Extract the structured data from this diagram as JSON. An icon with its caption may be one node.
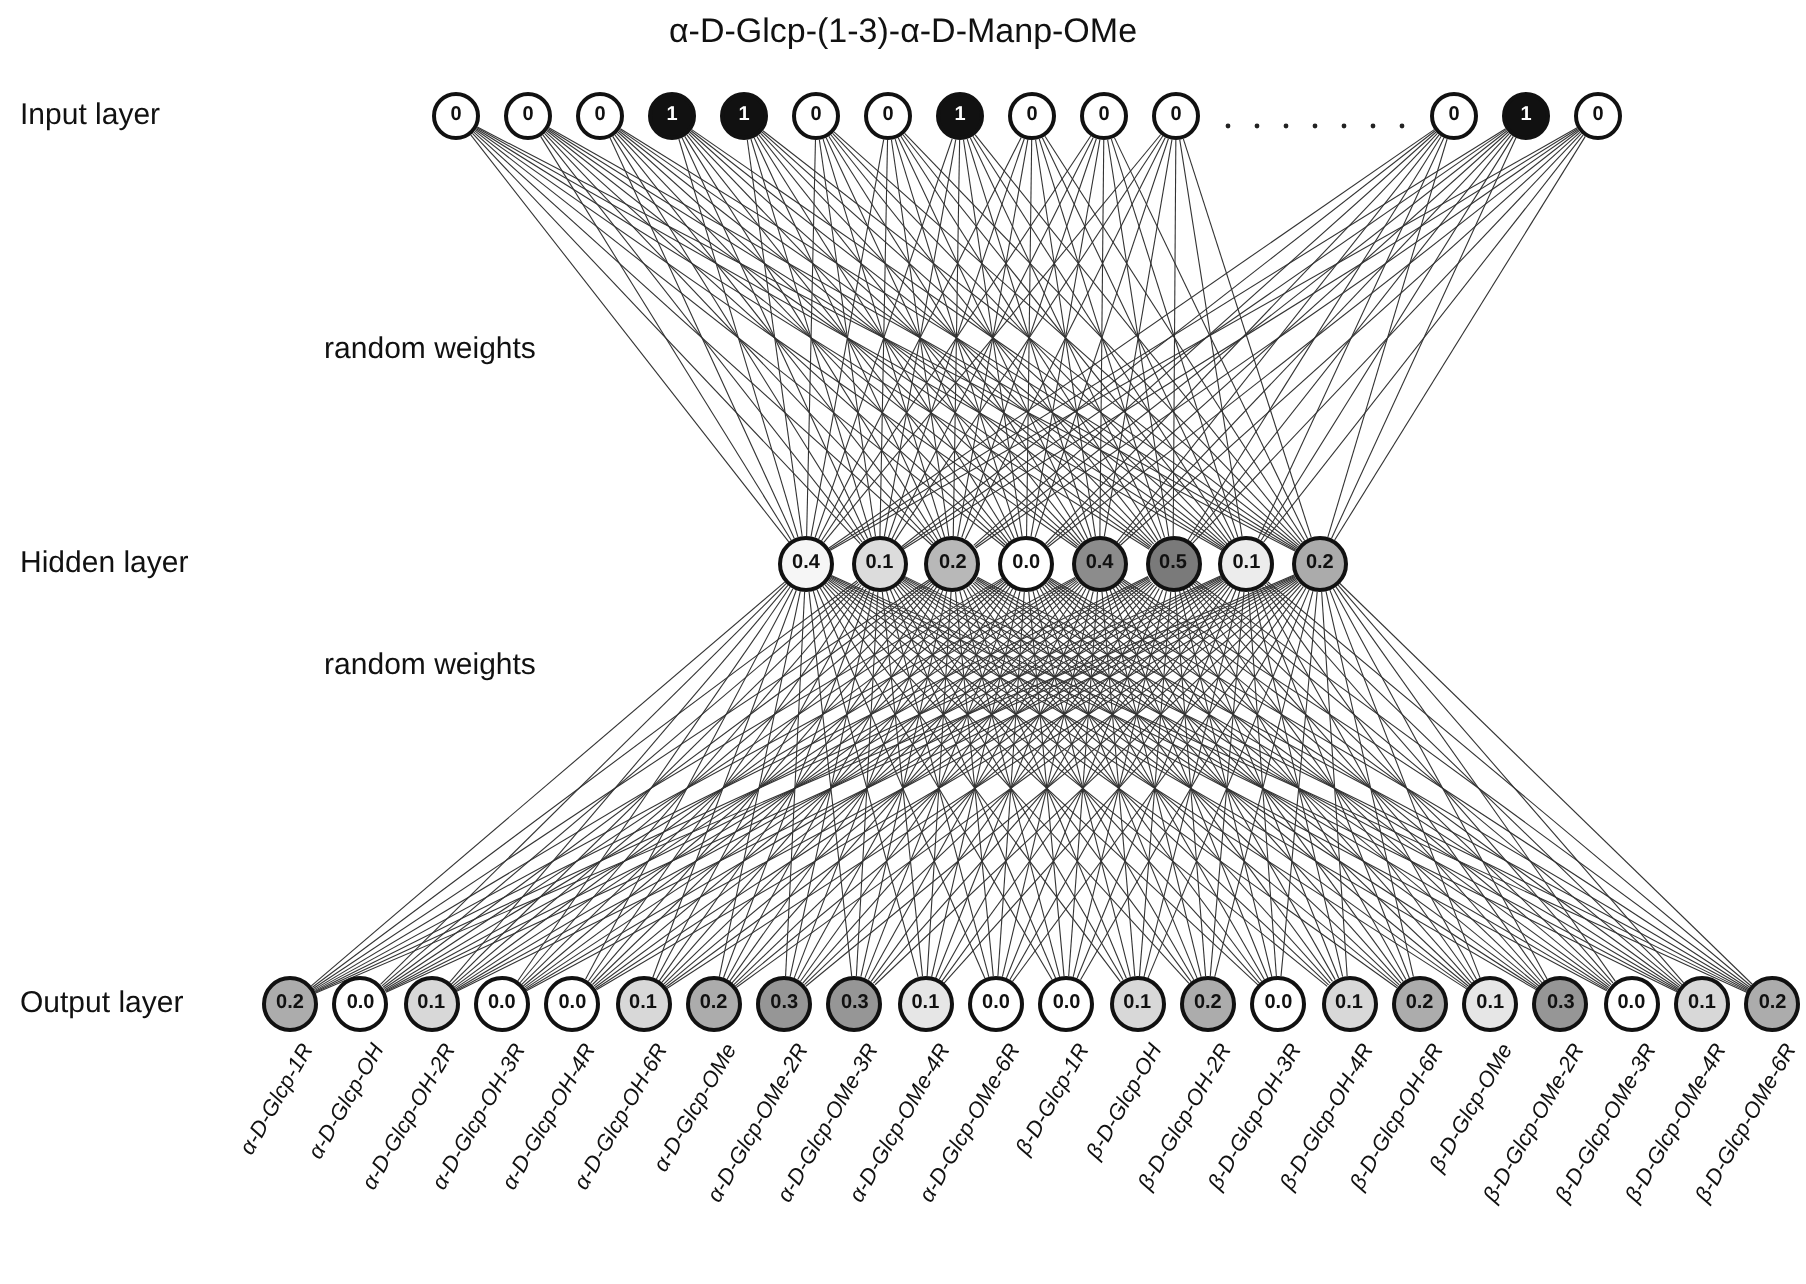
{
  "diagram": {
    "title": "α-D-Glcp-(1-3)-α-D-Manp-OMe",
    "nodes": [
      {
        "text": [
          "0"
        ]
      },
      {
        "text": [
          "0"
        ]
      },
      {
        "text": [
          "0"
        ]
      },
      {
        "text": [
          "1"
        ]
      },
      {
        "text": [
          "1"
        ]
      },
      {
        "text": [
          "0"
        ]
      },
      {
        "text": [
          "0"
        ]
      },
      {
        "text": [
          "1"
        ]
      },
      {
        "text": [
          "0"
        ]
      },
      {
        "text": [
          "0"
        ]
      },
      {
        "text": [
          "0"
        ]
      },
      {
        "text": [
          "0"
        ]
      },
      {
        "text": [
          "1"
        ]
      },
      {
        "text": [
          "0"
        ]
      },
      {
        "text": [
          "0.4"
        ]
      },
      {
        "text": [
          "0.1"
        ]
      },
      {
        "text": [
          "0.2"
        ]
      },
      {
        "text": [
          "0.0"
        ]
      },
      {
        "text": [
          "0.4"
        ]
      },
      {
        "text": [
          "0.5"
        ]
      },
      {
        "text": [
          "0.1"
        ]
      },
      {
        "text": [
          "0.2"
        ]
      },
      {
        "text": [
          "0.2"
        ],
        "beside": [
          "α-D-Glcp-1R"
        ]
      },
      {
        "text": [
          "0.0"
        ],
        "beside": [
          "α-D-Glcp-OH"
        ]
      },
      {
        "text": [
          "0.1"
        ],
        "beside": [
          "α-D-Glcp-OH-2R"
        ]
      },
      {
        "text": [
          "0.0"
        ],
        "beside": [
          "α-D-Glcp-OH-3R"
        ]
      },
      {
        "text": [
          "0.0"
        ],
        "beside": [
          "α-D-Glcp-OH-4R"
        ]
      },
      {
        "text": [
          "0.1"
        ],
        "beside": [
          "α-D-Glcp-OH-6R"
        ]
      },
      {
        "text": [
          "0.2"
        ],
        "beside": [
          "α-D-Glcp-OMe"
        ]
      },
      {
        "text": [
          "0.3"
        ],
        "beside": [
          "α-D-Glcp-OMe-2R"
        ]
      },
      {
        "text": [
          "0.3"
        ],
        "beside": [
          "α-D-Glcp-OMe-3R"
        ]
      },
      {
        "text": [
          "0.1"
        ],
        "beside": [
          "α-D-Glcp-OMe-4R"
        ]
      },
      {
        "text": [
          "0.0"
        ],
        "beside": [
          "α-D-Glcp-OMe-6R"
        ]
      },
      {
        "text": [
          "0.0"
        ],
        "beside": [
          "β-D-Glcp-1R"
        ]
      },
      {
        "text": [
          "0.1"
        ],
        "beside": [
          "β-D-Glcp-OH"
        ]
      },
      {
        "text": [
          "0.2"
        ],
        "beside": [
          "β-D-Glcp-OH-2R"
        ]
      },
      {
        "text": [
          "0.0"
        ],
        "beside": [
          "β-D-Glcp-OH-3R"
        ]
      },
      {
        "text": [
          "0.1"
        ],
        "beside": [
          "β-D-Glcp-OH-4R"
        ]
      },
      {
        "text": [
          "0.2"
        ],
        "beside": [
          "β-D-Glcp-OH-6R"
        ]
      },
      {
        "text": [
          "0.1"
        ],
        "beside": [
          "β-D-Glcp-OMe"
        ]
      },
      {
        "text": [
          "0.3"
        ],
        "beside": [
          "β-D-Glcp-OMe-2R"
        ]
      },
      {
        "text": [
          "0.0"
        ],
        "beside": [
          "β-D-Glcp-OMe-3R"
        ]
      },
      {
        "text": [
          "0.1"
        ],
        "beside": [
          "β-D-Glcp-OMe-4R"
        ]
      },
      {
        "text": [
          "0.2"
        ],
        "beside": [
          "β-D-Glcp-OMe-6R"
        ]
      }
    ],
    "edges": [
      {
        "from": 0,
        "to": 14,
        "arrow": "none"
      },
      {
        "from": 0,
        "to": 15,
        "arrow": "none"
      },
      {
        "from": 0,
        "to": 16,
        "arrow": "none"
      },
      {
        "from": 0,
        "to": 17,
        "arrow": "none"
      },
      {
        "from": 0,
        "to": 18,
        "arrow": "none"
      },
      {
        "from": 0,
        "to": 19,
        "arrow": "none"
      },
      {
        "from": 0,
        "to": 20,
        "arrow": "none"
      },
      {
        "from": 0,
        "to": 21,
        "arrow": "none"
      },
      {
        "from": 1,
        "to": 14,
        "arrow": "none"
      },
      {
        "from": 1,
        "to": 15,
        "arrow": "none"
      },
      {
        "from": 1,
        "to": 16,
        "arrow": "none"
      },
      {
        "from": 1,
        "to": 17,
        "arrow": "none"
      },
      {
        "from": 1,
        "to": 18,
        "arrow": "none"
      },
      {
        "from": 1,
        "to": 19,
        "arrow": "none"
      },
      {
        "from": 1,
        "to": 20,
        "arrow": "none"
      },
      {
        "from": 1,
        "to": 21,
        "arrow": "none"
      },
      {
        "from": 2,
        "to": 14,
        "arrow": "none"
      },
      {
        "from": 2,
        "to": 15,
        "arrow": "none"
      },
      {
        "from": 2,
        "to": 16,
        "arrow": "none"
      },
      {
        "from": 2,
        "to": 17,
        "arrow": "none"
      },
      {
        "from": 2,
        "to": 18,
        "arrow": "none"
      },
      {
        "from": 2,
        "to": 19,
        "arrow": "none"
      },
      {
        "from": 2,
        "to": 20,
        "arrow": "none"
      },
      {
        "from": 2,
        "to": 21,
        "arrow": "none"
      },
      {
        "from": 3,
        "to": 14,
        "arrow": "none"
      },
      {
        "from": 3,
        "to": 15,
        "arrow": "none"
      },
      {
        "from": 3,
        "to": 16,
        "arrow": "none"
      },
      {
        "from": 3,
        "to": 17,
        "arrow": "none"
      },
      {
        "from": 3,
        "to": 18,
        "arrow": "none"
      },
      {
        "from": 3,
        "to": 19,
        "arrow": "none"
      },
      {
        "from": 3,
        "to": 20,
        "arrow": "none"
      },
      {
        "from": 3,
        "to": 21,
        "arrow": "none"
      },
      {
        "from": 4,
        "to": 14,
        "arrow": "none"
      },
      {
        "from": 4,
        "to": 15,
        "arrow": "none"
      },
      {
        "from": 4,
        "to": 16,
        "arrow": "none"
      },
      {
        "from": 4,
        "to": 17,
        "arrow": "none"
      },
      {
        "from": 4,
        "to": 18,
        "arrow": "none"
      },
      {
        "from": 4,
        "to": 19,
        "arrow": "none"
      },
      {
        "from": 4,
        "to": 20,
        "arrow": "none"
      },
      {
        "from": 4,
        "to": 21,
        "arrow": "none"
      },
      {
        "from": 5,
        "to": 14,
        "arrow": "none"
      },
      {
        "from": 5,
        "to": 15,
        "arrow": "none"
      },
      {
        "from": 5,
        "to": 16,
        "arrow": "none"
      },
      {
        "from": 5,
        "to": 17,
        "arrow": "none"
      },
      {
        "from": 5,
        "to": 18,
        "arrow": "none"
      },
      {
        "from": 5,
        "to": 19,
        "arrow": "none"
      },
      {
        "from": 5,
        "to": 20,
        "arrow": "none"
      },
      {
        "from": 5,
        "to": 21,
        "arrow": "none"
      },
      {
        "from": 6,
        "to": 14,
        "arrow": "none"
      },
      {
        "from": 6,
        "to": 15,
        "arrow": "none"
      },
      {
        "from": 6,
        "to": 16,
        "arrow": "none"
      },
      {
        "from": 6,
        "to": 17,
        "arrow": "none"
      },
      {
        "from": 6,
        "to": 18,
        "arrow": "none"
      },
      {
        "from": 6,
        "to": 19,
        "arrow": "none"
      },
      {
        "from": 6,
        "to": 20,
        "arrow": "none"
      },
      {
        "from": 6,
        "to": 21,
        "arrow": "none"
      },
      {
        "from": 7,
        "to": 14,
        "arrow": "none"
      },
      {
        "from": 7,
        "to": 15,
        "arrow": "none"
      },
      {
        "from": 7,
        "to": 16,
        "arrow": "none"
      },
      {
        "from": 7,
        "to": 17,
        "arrow": "none"
      },
      {
        "from": 7,
        "to": 18,
        "arrow": "none"
      },
      {
        "from": 7,
        "to": 19,
        "arrow": "none"
      },
      {
        "from": 7,
        "to": 20,
        "arrow": "none"
      },
      {
        "from": 7,
        "to": 21,
        "arrow": "none"
      },
      {
        "from": 8,
        "to": 14,
        "arrow": "none"
      },
      {
        "from": 8,
        "to": 15,
        "arrow": "none"
      },
      {
        "from": 8,
        "to": 16,
        "arrow": "none"
      },
      {
        "from": 8,
        "to": 17,
        "arrow": "none"
      },
      {
        "from": 8,
        "to": 18,
        "arrow": "none"
      },
      {
        "from": 8,
        "to": 19,
        "arrow": "none"
      },
      {
        "from": 8,
        "to": 20,
        "arrow": "none"
      },
      {
        "from": 8,
        "to": 21,
        "arrow": "none"
      },
      {
        "from": 9,
        "to": 14,
        "arrow": "none"
      },
      {
        "from": 9,
        "to": 15,
        "arrow": "none"
      },
      {
        "from": 9,
        "to": 16,
        "arrow": "none"
      },
      {
        "from": 9,
        "to": 17,
        "arrow": "none"
      },
      {
        "from": 9,
        "to": 18,
        "arrow": "none"
      },
      {
        "from": 9,
        "to": 19,
        "arrow": "none"
      },
      {
        "from": 9,
        "to": 20,
        "arrow": "none"
      },
      {
        "from": 9,
        "to": 21,
        "arrow": "none"
      },
      {
        "from": 10,
        "to": 14,
        "arrow": "none"
      },
      {
        "from": 10,
        "to": 15,
        "arrow": "none"
      },
      {
        "from": 10,
        "to": 16,
        "arrow": "none"
      },
      {
        "from": 10,
        "to": 17,
        "arrow": "none"
      },
      {
        "from": 10,
        "to": 18,
        "arrow": "none"
      },
      {
        "from": 10,
        "to": 19,
        "arrow": "none"
      },
      {
        "from": 10,
        "to": 20,
        "arrow": "none"
      },
      {
        "from": 10,
        "to": 21,
        "arrow": "none"
      },
      {
        "from": 11,
        "to": 14,
        "arrow": "none"
      },
      {
        "from": 11,
        "to": 15,
        "arrow": "none"
      },
      {
        "from": 11,
        "to": 16,
        "arrow": "none"
      },
      {
        "from": 11,
        "to": 17,
        "arrow": "none"
      },
      {
        "from": 11,
        "to": 18,
        "arrow": "none"
      },
      {
        "from": 11,
        "to": 19,
        "arrow": "none"
      },
      {
        "from": 11,
        "to": 20,
        "arrow": "none"
      },
      {
        "from": 11,
        "to": 21,
        "arrow": "none"
      },
      {
        "from": 12,
        "to": 14,
        "arrow": "none"
      },
      {
        "from": 12,
        "to": 15,
        "arrow": "none"
      },
      {
        "from": 12,
        "to": 16,
        "arrow": "none"
      },
      {
        "from": 12,
        "to": 17,
        "arrow": "none"
      },
      {
        "from": 12,
        "to": 18,
        "arrow": "none"
      },
      {
        "from": 12,
        "to": 19,
        "arrow": "none"
      },
      {
        "from": 12,
        "to": 20,
        "arrow": "none"
      },
      {
        "from": 12,
        "to": 21,
        "arrow": "none"
      },
      {
        "from": 13,
        "to": 14,
        "arrow": "none"
      },
      {
        "from": 13,
        "to": 15,
        "arrow": "none"
      },
      {
        "from": 13,
        "to": 16,
        "arrow": "none"
      },
      {
        "from": 13,
        "to": 17,
        "arrow": "none"
      },
      {
        "from": 13,
        "to": 18,
        "arrow": "none"
      },
      {
        "from": 13,
        "to": 19,
        "arrow": "none"
      },
      {
        "from": 13,
        "to": 20,
        "arrow": "none"
      },
      {
        "from": 13,
        "to": 21,
        "arrow": "none"
      },
      {
        "from": 14,
        "to": 22,
        "arrow": "none"
      },
      {
        "from": 14,
        "to": 23,
        "arrow": "none"
      },
      {
        "from": 14,
        "to": 24,
        "arrow": "none"
      },
      {
        "from": 14,
        "to": 25,
        "arrow": "none"
      },
      {
        "from": 14,
        "to": 26,
        "arrow": "none"
      },
      {
        "from": 14,
        "to": 27,
        "arrow": "none"
      },
      {
        "from": 14,
        "to": 28,
        "arrow": "none"
      },
      {
        "from": 14,
        "to": 29,
        "arrow": "none"
      },
      {
        "from": 14,
        "to": 30,
        "arrow": "none"
      },
      {
        "from": 14,
        "to": 31,
        "arrow": "none"
      },
      {
        "from": 14,
        "to": 32,
        "arrow": "none"
      },
      {
        "from": 14,
        "to": 33,
        "arrow": "none"
      },
      {
        "from": 14,
        "to": 34,
        "arrow": "none"
      },
      {
        "from": 14,
        "to": 35,
        "arrow": "none"
      },
      {
        "from": 14,
        "to": 36,
        "arrow": "none"
      },
      {
        "from": 14,
        "to": 37,
        "arrow": "none"
      },
      {
        "from": 14,
        "to": 38,
        "arrow": "none"
      },
      {
        "from": 14,
        "to": 39,
        "arrow": "none"
      },
      {
        "from": 14,
        "to": 40,
        "arrow": "none"
      },
      {
        "from": 14,
        "to": 41,
        "arrow": "none"
      },
      {
        "from": 14,
        "to": 42,
        "arrow": "none"
      },
      {
        "from": 14,
        "to": 43,
        "arrow": "none"
      },
      {
        "from": 15,
        "to": 22,
        "arrow": "none"
      },
      {
        "from": 15,
        "to": 23,
        "arrow": "none"
      },
      {
        "from": 15,
        "to": 24,
        "arrow": "none"
      },
      {
        "from": 15,
        "to": 25,
        "arrow": "none"
      },
      {
        "from": 15,
        "to": 26,
        "arrow": "none"
      },
      {
        "from": 15,
        "to": 27,
        "arrow": "none"
      },
      {
        "from": 15,
        "to": 28,
        "arrow": "none"
      },
      {
        "from": 15,
        "to": 29,
        "arrow": "none"
      },
      {
        "from": 15,
        "to": 30,
        "arrow": "none"
      },
      {
        "from": 15,
        "to": 31,
        "arrow": "none"
      },
      {
        "from": 15,
        "to": 32,
        "arrow": "none"
      },
      {
        "from": 15,
        "to": 33,
        "arrow": "none"
      },
      {
        "from": 15,
        "to": 34,
        "arrow": "none"
      },
      {
        "from": 15,
        "to": 35,
        "arrow": "none"
      },
      {
        "from": 15,
        "to": 36,
        "arrow": "none"
      },
      {
        "from": 15,
        "to": 37,
        "arrow": "none"
      },
      {
        "from": 15,
        "to": 38,
        "arrow": "none"
      },
      {
        "from": 15,
        "to": 39,
        "arrow": "none"
      },
      {
        "from": 15,
        "to": 40,
        "arrow": "none"
      },
      {
        "from": 15,
        "to": 41,
        "arrow": "none"
      },
      {
        "from": 15,
        "to": 42,
        "arrow": "none"
      },
      {
        "from": 15,
        "to": 43,
        "arrow": "none"
      },
      {
        "from": 16,
        "to": 22,
        "arrow": "none"
      },
      {
        "from": 16,
        "to": 23,
        "arrow": "none"
      },
      {
        "from": 16,
        "to": 24,
        "arrow": "none"
      },
      {
        "from": 16,
        "to": 25,
        "arrow": "none"
      },
      {
        "from": 16,
        "to": 26,
        "arrow": "none"
      },
      {
        "from": 16,
        "to": 27,
        "arrow": "none"
      },
      {
        "from": 16,
        "to": 28,
        "arrow": "none"
      },
      {
        "from": 16,
        "to": 29,
        "arrow": "none"
      },
      {
        "from": 16,
        "to": 30,
        "arrow": "none"
      },
      {
        "from": 16,
        "to": 31,
        "arrow": "none"
      },
      {
        "from": 16,
        "to": 32,
        "arrow": "none"
      },
      {
        "from": 16,
        "to": 33,
        "arrow": "none"
      },
      {
        "from": 16,
        "to": 34,
        "arrow": "none"
      },
      {
        "from": 16,
        "to": 35,
        "arrow": "none"
      },
      {
        "from": 16,
        "to": 36,
        "arrow": "none"
      },
      {
        "from": 16,
        "to": 37,
        "arrow": "none"
      },
      {
        "from": 16,
        "to": 38,
        "arrow": "none"
      },
      {
        "from": 16,
        "to": 39,
        "arrow": "none"
      },
      {
        "from": 16,
        "to": 40,
        "arrow": "none"
      },
      {
        "from": 16,
        "to": 41,
        "arrow": "none"
      },
      {
        "from": 16,
        "to": 42,
        "arrow": "none"
      },
      {
        "from": 16,
        "to": 43,
        "arrow": "none"
      },
      {
        "from": 17,
        "to": 22,
        "arrow": "none"
      },
      {
        "from": 17,
        "to": 23,
        "arrow": "none"
      },
      {
        "from": 17,
        "to": 24,
        "arrow": "none"
      },
      {
        "from": 17,
        "to": 25,
        "arrow": "none"
      },
      {
        "from": 17,
        "to": 26,
        "arrow": "none"
      },
      {
        "from": 17,
        "to": 27,
        "arrow": "none"
      },
      {
        "from": 17,
        "to": 28,
        "arrow": "none"
      },
      {
        "from": 17,
        "to": 29,
        "arrow": "none"
      },
      {
        "from": 17,
        "to": 30,
        "arrow": "none"
      },
      {
        "from": 17,
        "to": 31,
        "arrow": "none"
      },
      {
        "from": 17,
        "to": 32,
        "arrow": "none"
      },
      {
        "from": 17,
        "to": 33,
        "arrow": "none"
      },
      {
        "from": 17,
        "to": 34,
        "arrow": "none"
      },
      {
        "from": 17,
        "to": 35,
        "arrow": "none"
      },
      {
        "from": 17,
        "to": 36,
        "arrow": "none"
      },
      {
        "from": 17,
        "to": 37,
        "arrow": "none"
      },
      {
        "from": 17,
        "to": 38,
        "arrow": "none"
      },
      {
        "from": 17,
        "to": 39,
        "arrow": "none"
      },
      {
        "from": 17,
        "to": 40,
        "arrow": "none"
      },
      {
        "from": 17,
        "to": 41,
        "arrow": "none"
      },
      {
        "from": 17,
        "to": 42,
        "arrow": "none"
      },
      {
        "from": 17,
        "to": 43,
        "arrow": "none"
      },
      {
        "from": 18,
        "to": 22,
        "arrow": "none"
      },
      {
        "from": 18,
        "to": 23,
        "arrow": "none"
      },
      {
        "from": 18,
        "to": 24,
        "arrow": "none"
      },
      {
        "from": 18,
        "to": 25,
        "arrow": "none"
      },
      {
        "from": 18,
        "to": 26,
        "arrow": "none"
      },
      {
        "from": 18,
        "to": 27,
        "arrow": "none"
      },
      {
        "from": 18,
        "to": 28,
        "arrow": "none"
      },
      {
        "from": 18,
        "to": 29,
        "arrow": "none"
      },
      {
        "from": 18,
        "to": 30,
        "arrow": "none"
      },
      {
        "from": 18,
        "to": 31,
        "arrow": "none"
      },
      {
        "from": 18,
        "to": 32,
        "arrow": "none"
      },
      {
        "from": 18,
        "to": 33,
        "arrow": "none"
      },
      {
        "from": 18,
        "to": 34,
        "arrow": "none"
      },
      {
        "from": 18,
        "to": 35,
        "arrow": "none"
      },
      {
        "from": 18,
        "to": 36,
        "arrow": "none"
      },
      {
        "from": 18,
        "to": 37,
        "arrow": "none"
      },
      {
        "from": 18,
        "to": 38,
        "arrow": "none"
      },
      {
        "from": 18,
        "to": 39,
        "arrow": "none"
      },
      {
        "from": 18,
        "to": 40,
        "arrow": "none"
      },
      {
        "from": 18,
        "to": 41,
        "arrow": "none"
      },
      {
        "from": 18,
        "to": 42,
        "arrow": "none"
      },
      {
        "from": 18,
        "to": 43,
        "arrow": "none"
      },
      {
        "from": 19,
        "to": 22,
        "arrow": "none"
      },
      {
        "from": 19,
        "to": 23,
        "arrow": "none"
      },
      {
        "from": 19,
        "to": 24,
        "arrow": "none"
      },
      {
        "from": 19,
        "to": 25,
        "arrow": "none"
      },
      {
        "from": 19,
        "to": 26,
        "arrow": "none"
      },
      {
        "from": 19,
        "to": 27,
        "arrow": "none"
      },
      {
        "from": 19,
        "to": 28,
        "arrow": "none"
      },
      {
        "from": 19,
        "to": 29,
        "arrow": "none"
      },
      {
        "from": 19,
        "to": 30,
        "arrow": "none"
      },
      {
        "from": 19,
        "to": 31,
        "arrow": "none"
      },
      {
        "from": 19,
        "to": 32,
        "arrow": "none"
      },
      {
        "from": 19,
        "to": 33,
        "arrow": "none"
      },
      {
        "from": 19,
        "to": 34,
        "arrow": "none"
      },
      {
        "from": 19,
        "to": 35,
        "arrow": "none"
      },
      {
        "from": 19,
        "to": 36,
        "arrow": "none"
      },
      {
        "from": 19,
        "to": 37,
        "arrow": "none"
      },
      {
        "from": 19,
        "to": 38,
        "arrow": "none"
      },
      {
        "from": 19,
        "to": 39,
        "arrow": "none"
      },
      {
        "from": 19,
        "to": 40,
        "arrow": "none"
      },
      {
        "from": 19,
        "to": 41,
        "arrow": "none"
      },
      {
        "from": 19,
        "to": 42,
        "arrow": "none"
      },
      {
        "from": 19,
        "to": 43,
        "arrow": "none"
      },
      {
        "from": 20,
        "to": 22,
        "arrow": "none"
      },
      {
        "from": 20,
        "to": 23,
        "arrow": "none"
      },
      {
        "from": 20,
        "to": 24,
        "arrow": "none"
      },
      {
        "from": 20,
        "to": 25,
        "arrow": "none"
      },
      {
        "from": 20,
        "to": 26,
        "arrow": "none"
      },
      {
        "from": 20,
        "to": 27,
        "arrow": "none"
      },
      {
        "from": 20,
        "to": 28,
        "arrow": "none"
      },
      {
        "from": 20,
        "to": 29,
        "arrow": "none"
      },
      {
        "from": 20,
        "to": 30,
        "arrow": "none"
      },
      {
        "from": 20,
        "to": 31,
        "arrow": "none"
      },
      {
        "from": 20,
        "to": 32,
        "arrow": "none"
      },
      {
        "from": 20,
        "to": 33,
        "arrow": "none"
      },
      {
        "from": 20,
        "to": 34,
        "arrow": "none"
      },
      {
        "from": 20,
        "to": 35,
        "arrow": "none"
      },
      {
        "from": 20,
        "to": 36,
        "arrow": "none"
      },
      {
        "from": 20,
        "to": 37,
        "arrow": "none"
      },
      {
        "from": 20,
        "to": 38,
        "arrow": "none"
      },
      {
        "from": 20,
        "to": 39,
        "arrow": "none"
      },
      {
        "from": 20,
        "to": 40,
        "arrow": "none"
      },
      {
        "from": 20,
        "to": 41,
        "arrow": "none"
      },
      {
        "from": 20,
        "to": 42,
        "arrow": "none"
      },
      {
        "from": 20,
        "to": 43,
        "arrow": "none"
      },
      {
        "from": 21,
        "to": 22,
        "arrow": "none"
      },
      {
        "from": 21,
        "to": 23,
        "arrow": "none"
      },
      {
        "from": 21,
        "to": 24,
        "arrow": "none"
      },
      {
        "from": 21,
        "to": 25,
        "arrow": "none"
      },
      {
        "from": 21,
        "to": 26,
        "arrow": "none"
      },
      {
        "from": 21,
        "to": 27,
        "arrow": "none"
      },
      {
        "from": 21,
        "to": 28,
        "arrow": "none"
      },
      {
        "from": 21,
        "to": 29,
        "arrow": "none"
      },
      {
        "from": 21,
        "to": 30,
        "arrow": "none"
      },
      {
        "from": 21,
        "to": 31,
        "arrow": "none"
      },
      {
        "from": 21,
        "to": 32,
        "arrow": "none"
      },
      {
        "from": 21,
        "to": 33,
        "arrow": "none"
      },
      {
        "from": 21,
        "to": 34,
        "arrow": "none"
      },
      {
        "from": 21,
        "to": 35,
        "arrow": "none"
      },
      {
        "from": 21,
        "to": 36,
        "arrow": "none"
      },
      {
        "from": 21,
        "to": 37,
        "arrow": "none"
      },
      {
        "from": 21,
        "to": 38,
        "arrow": "none"
      },
      {
        "from": 21,
        "to": 39,
        "arrow": "none"
      },
      {
        "from": 21,
        "to": 40,
        "arrow": "none"
      },
      {
        "from": 21,
        "to": 41,
        "arrow": "none"
      },
      {
        "from": 21,
        "to": 42,
        "arrow": "none"
      },
      {
        "from": 21,
        "to": 43,
        "arrow": "none"
      }
    ],
    "labels": [
      "Input layer",
      "random weights",
      "Hidden layer",
      "random weights",
      "Output layer"
    ]
  }
}
